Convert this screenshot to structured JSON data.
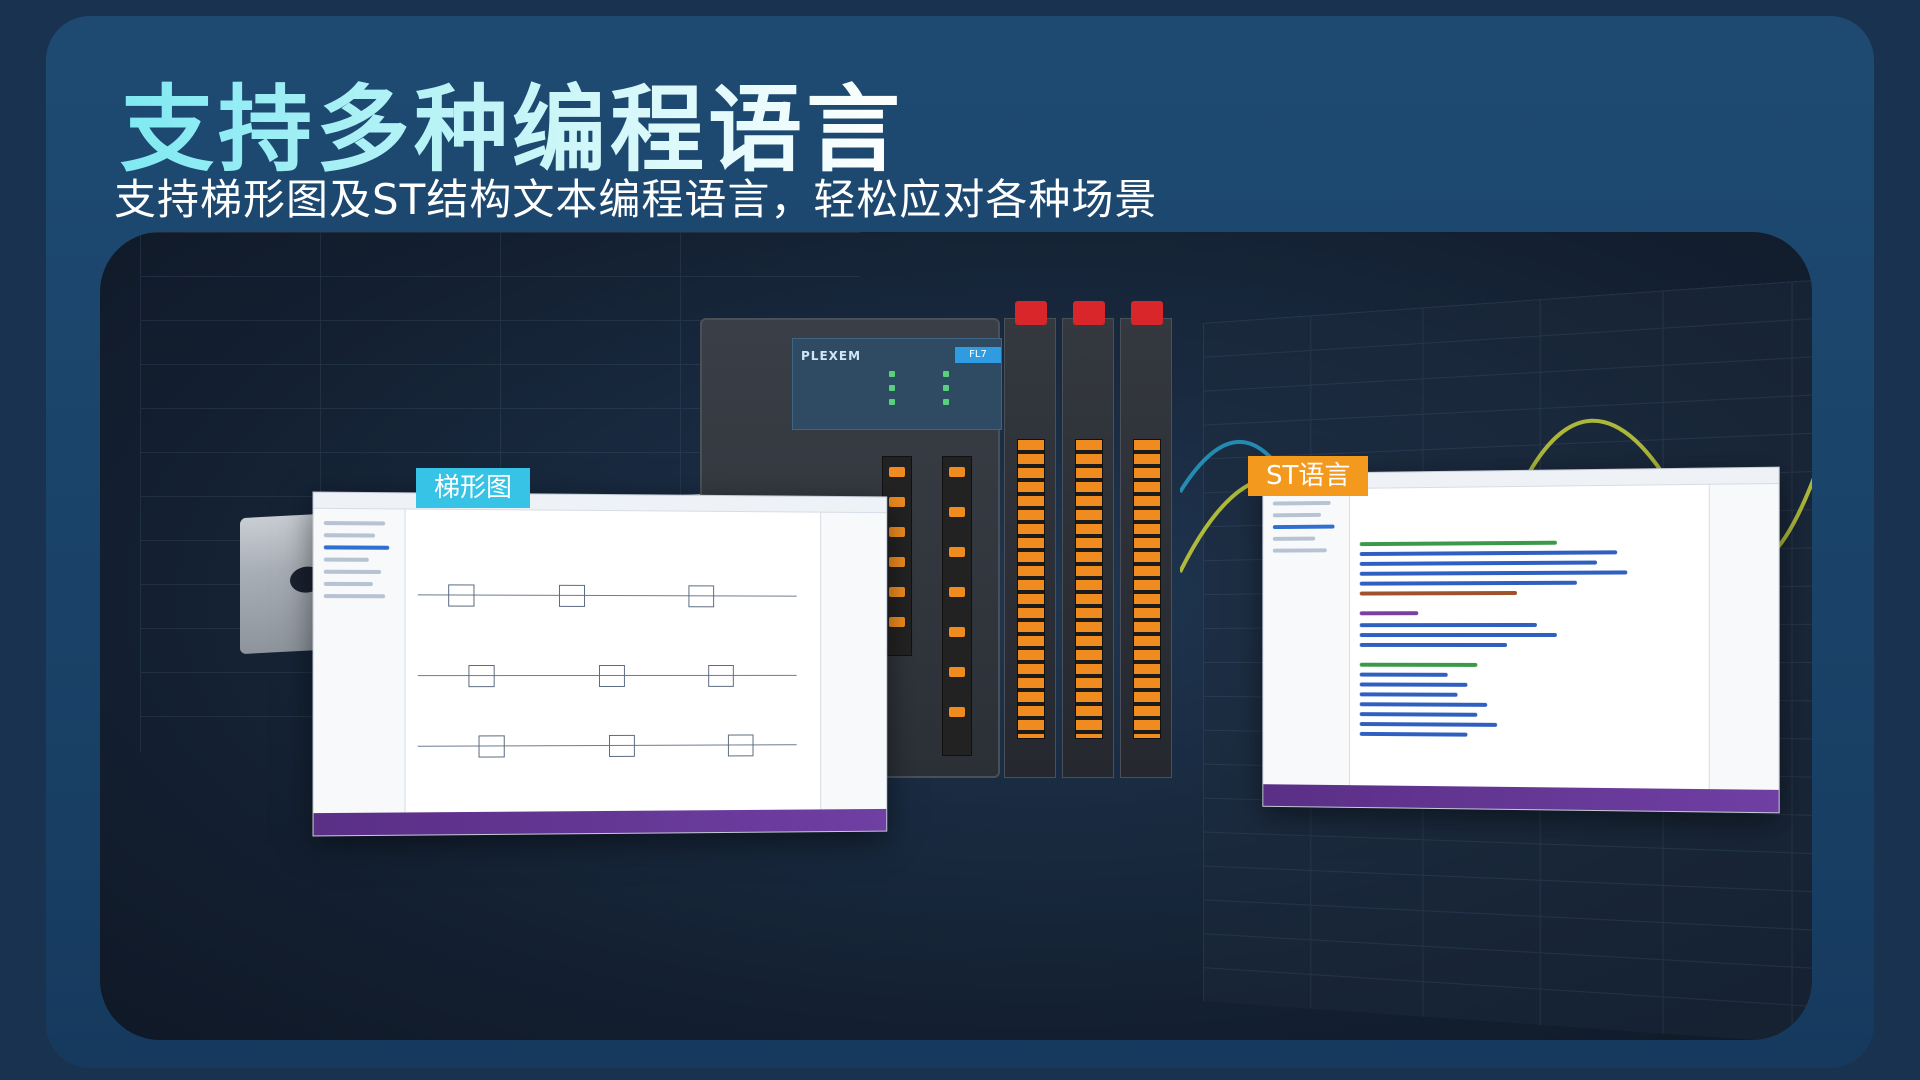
{
  "heading": {
    "title": "支持多种编程语言",
    "subtitle": "支持梯形图及ST结构文本编程语言，轻松应对各种场景"
  },
  "labels": {
    "ladder_tag": "梯形图",
    "st_tag": "ST语言"
  },
  "device": {
    "brand": "PLEXEM",
    "model": "FL7"
  },
  "colors": {
    "background": "#18324f",
    "card": "#1e4a72",
    "title_gradient_start": "#7fe9f2",
    "ladder_tag": "#36c3e6",
    "st_tag": "#f39a1e",
    "screen_bar": "#5a2f86",
    "terminal_orange": "#f08c1f",
    "module_red": "#d8262a"
  }
}
